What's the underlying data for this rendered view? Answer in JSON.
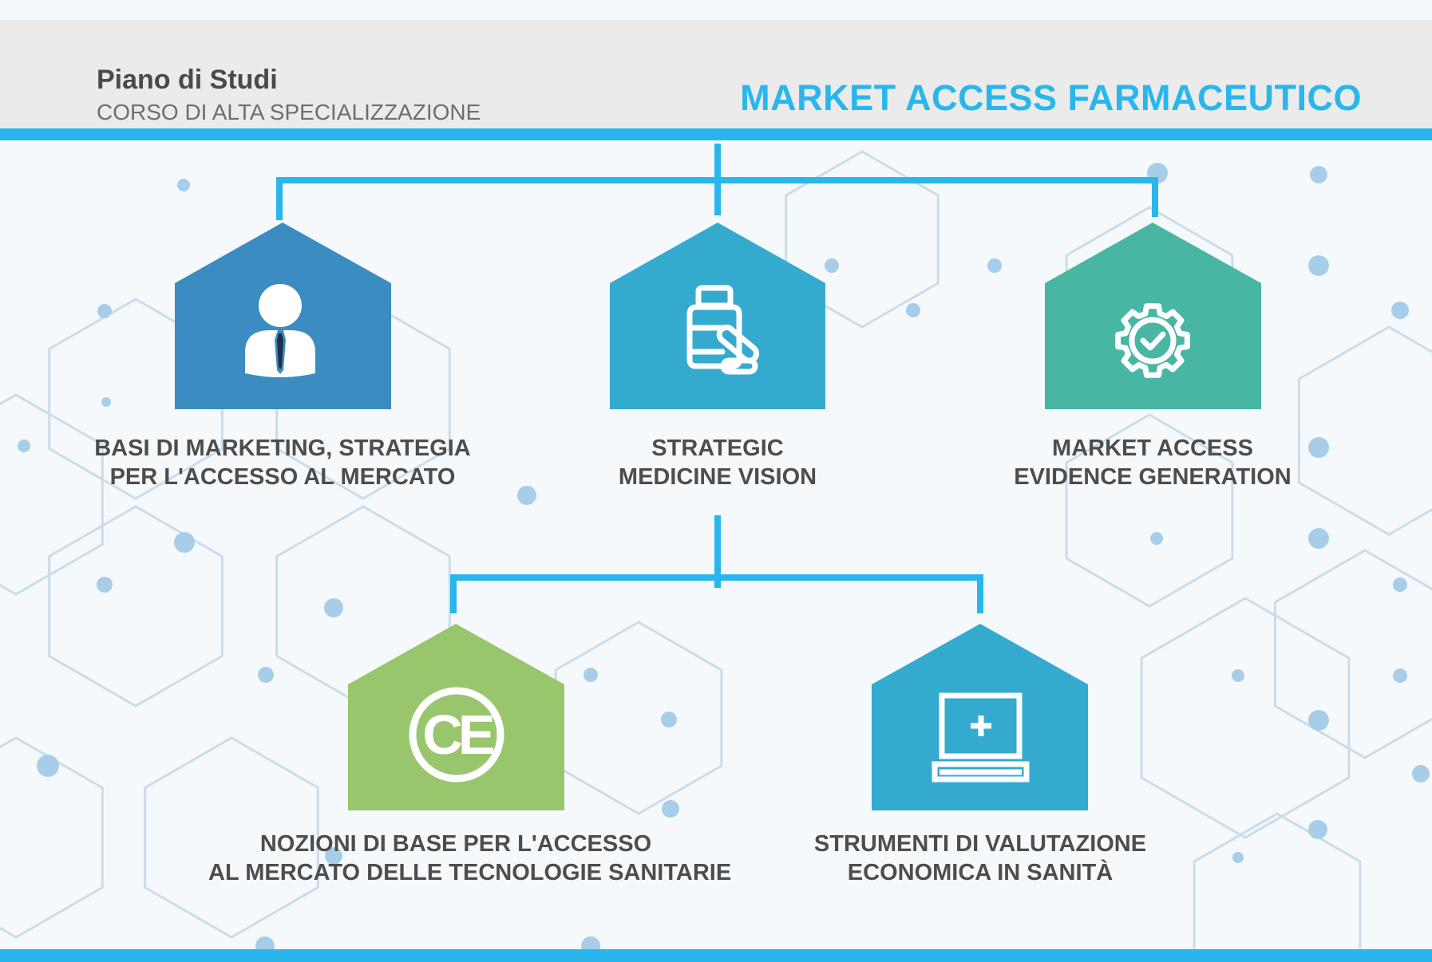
{
  "header": {
    "title": "Piano di Studi",
    "subtitle": "CORSO DI ALTA SPECIALIZZAZIONE",
    "course_name": "MARKET ACCESS FARMACEUTICO"
  },
  "colors": {
    "accent": "#29b6ec",
    "header_bg": "#ebebeb",
    "text": "#4d4d4d",
    "module_blue": "#3b8cc0",
    "module_cyan": "#35aacf",
    "module_teal": "#48b6a2",
    "module_green": "#99c66d"
  },
  "modules": [
    {
      "icon": "businessman-icon",
      "color": "#3b8cc0",
      "label_lines": [
        "BASI DI MARKETING, STRATEGIA",
        "PER L'ACCESSO AL MERCATO"
      ]
    },
    {
      "icon": "medicine-bottle-pill-icon",
      "color": "#35aacf",
      "label_lines": [
        "STRATEGIC",
        "MEDICINE VISION"
      ]
    },
    {
      "icon": "gear-check-icon",
      "color": "#48b6a2",
      "label_lines": [
        "MARKET ACCESS",
        "EVIDENCE GENERATION"
      ]
    },
    {
      "icon": "ce-mark-icon",
      "color": "#99c66d",
      "label_lines": [
        "NOZIONI DI BASE PER L'ACCESSO",
        "AL MERCATO DELLE TECNOLOGIE SANITARIE"
      ]
    },
    {
      "icon": "medical-computer-icon",
      "color": "#35aacf",
      "label_lines": [
        "STRUMENTI DI VALUTAZIONE",
        "ECONOMICA IN SANITÀ"
      ]
    }
  ]
}
